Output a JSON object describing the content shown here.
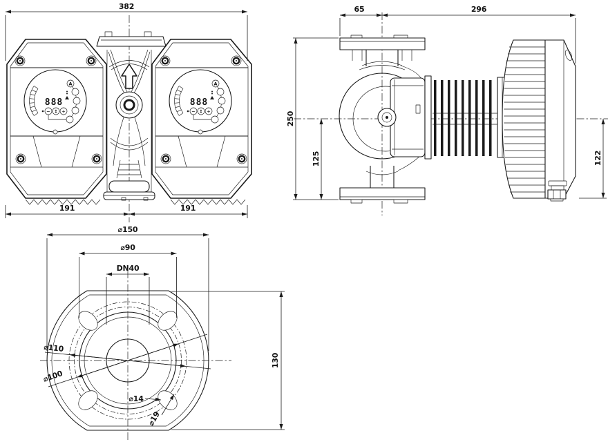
{
  "drawing": {
    "background": "#ffffff",
    "line_color": "#1a1a1a",
    "front_view": {
      "dim_total_width": "382",
      "dim_left_head_width": "191",
      "dim_right_head_width": "191",
      "panel": {
        "display_value": "888",
        "mode_indicator": "A",
        "button_minus": "−",
        "button_updown": "↕",
        "button_plus": "+"
      }
    },
    "side_view": {
      "dim_flange_edge_to_axis": "65",
      "dim_axis_to_controlbox_end": "296",
      "dim_total_height": "250",
      "dim_axis_to_flange_bottom": "125",
      "dim_controlbox_height": "122"
    },
    "flange_view": {
      "dim_flange_outer_diameter": "⌀150",
      "dim_raised_face_diameter": "⌀90",
      "dim_nominal_diameter": "DN40",
      "dim_bolt_circle_110": "⌀110",
      "dim_bolt_circle_100": "⌀100",
      "dim_bolt_hole_width": "⌀14",
      "dim_bolt_hole_length": "⌀19",
      "dim_flange_height": "130"
    }
  }
}
